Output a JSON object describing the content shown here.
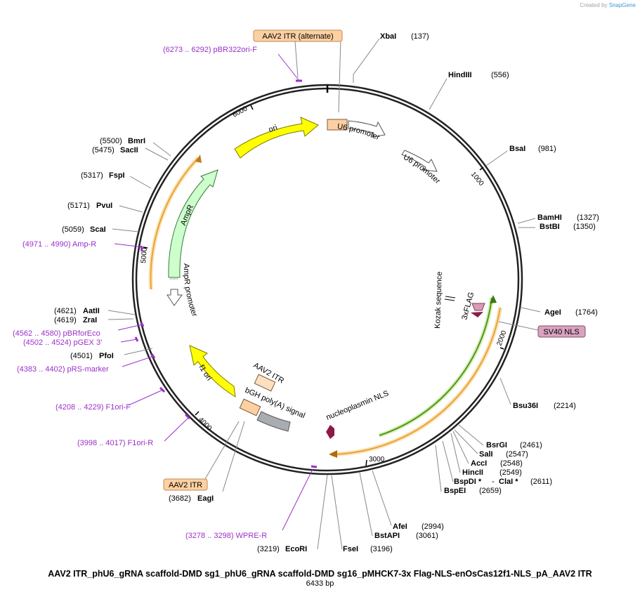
{
  "credit": {
    "prefix": "Created by",
    "brand": "SnapGene"
  },
  "plasmid": {
    "name": "AAV2 ITR_phU6_gRNA scaffold-DMD sg1_phU6_gRNA scaffold-DMD sg16_pMHCK7-3x Flag-NLS-enOsCas12f1-NLS_pA_AAV2 ITR",
    "length_label": "6433 bp"
  },
  "ticks": [
    "1000",
    "2000",
    "3000",
    "4000",
    "5000",
    "6000"
  ],
  "enzymes": [
    {
      "name": "XbaI",
      "pos": "(137)"
    },
    {
      "name": "HindIII",
      "pos": "(556)"
    },
    {
      "name": "BsaI",
      "pos": "(981)"
    },
    {
      "name": "BamHI",
      "pos": "(1327)"
    },
    {
      "name": "BstBI",
      "pos": "(1350)"
    },
    {
      "name": "AgeI",
      "pos": "(1764)"
    },
    {
      "name": "Bsu36I",
      "pos": "(2214)"
    },
    {
      "name": "BsrGI",
      "pos": "(2461)"
    },
    {
      "name": "SalI",
      "pos": "(2547)"
    },
    {
      "name": "AccI",
      "pos": "(2548)"
    },
    {
      "name": "HincII",
      "pos": "(2549)"
    },
    {
      "name": "BspDI *",
      "pos": ""
    },
    {
      "name": "ClaI *",
      "pos": "(2611)"
    },
    {
      "name": "BspEI",
      "pos": "(2659)"
    },
    {
      "name": "AfeI",
      "pos": "(2994)"
    },
    {
      "name": "BstAPI",
      "pos": "(3061)"
    },
    {
      "name": "FseI",
      "pos": "(3196)"
    },
    {
      "name": "EcoRI",
      "pos": "(3219)"
    },
    {
      "name": "EagI",
      "pos": "(3682)"
    },
    {
      "name": "PfoI",
      "pos": "(4501)"
    },
    {
      "name": "ZraI",
      "pos": "(4619)"
    },
    {
      "name": "AatII",
      "pos": "(4621)"
    },
    {
      "name": "ScaI",
      "pos": "(5059)"
    },
    {
      "name": "PvuI",
      "pos": "(5171)"
    },
    {
      "name": "FspI",
      "pos": "(5317)"
    },
    {
      "name": "SacII",
      "pos": "(5475)"
    },
    {
      "name": "BmrI",
      "pos": "(5500)"
    }
  ],
  "primers": [
    {
      "label": "(6273 .. 6292)  pBR322ori-F"
    },
    {
      "label": "(4971 .. 4990)  Amp-R"
    },
    {
      "label": "(4562 .. 4580)  pBRforEco"
    },
    {
      "label": "(4502 .. 4524)  pGEX 3'"
    },
    {
      "label": "(4383 .. 4402)  pRS-marker"
    },
    {
      "label": "(4208 .. 4229)  F1ori-F"
    },
    {
      "label": "(3998 .. 4017)  F1ori-R"
    },
    {
      "label": "(3278 .. 3298)  WPRE-R"
    }
  ],
  "boxed_labels": [
    {
      "label": "AAV2 ITR (alternate)",
      "color": "#fdd0a2"
    },
    {
      "label": "SV40 NLS",
      "color": "#d9a3bf"
    },
    {
      "label": "AAV2 ITR",
      "color": "#fdd0a2"
    }
  ],
  "features": [
    {
      "label": "ori",
      "color": "#ffff00"
    },
    {
      "label": "U6 promoter",
      "color": "#ffffff"
    },
    {
      "label": "U6 promoter",
      "color": "#ffffff"
    },
    {
      "label": "AmpR",
      "color": "#ccffcc"
    },
    {
      "label": "AmpR promoter",
      "color": "#ffffff"
    },
    {
      "label": "Kozak sequence",
      "color": "#000000"
    },
    {
      "label": "3xFLAG",
      "color": "#d99bb5"
    },
    {
      "label": "f1 ori",
      "color": "#ffff00"
    },
    {
      "label": "AAV2 ITR",
      "color": "#fde0c0"
    },
    {
      "label": "bGH poly(A) signal",
      "color": "#a9a9a9"
    },
    {
      "label": "nucleoplasmin NLS",
      "color": "#8b1a4a"
    }
  ],
  "colors": {
    "backbone": "#222222",
    "enzyme_line": "#888888",
    "primer": "#9b30c8",
    "orange_orf": "#e8a33b",
    "green_orf": "#7cc142"
  }
}
